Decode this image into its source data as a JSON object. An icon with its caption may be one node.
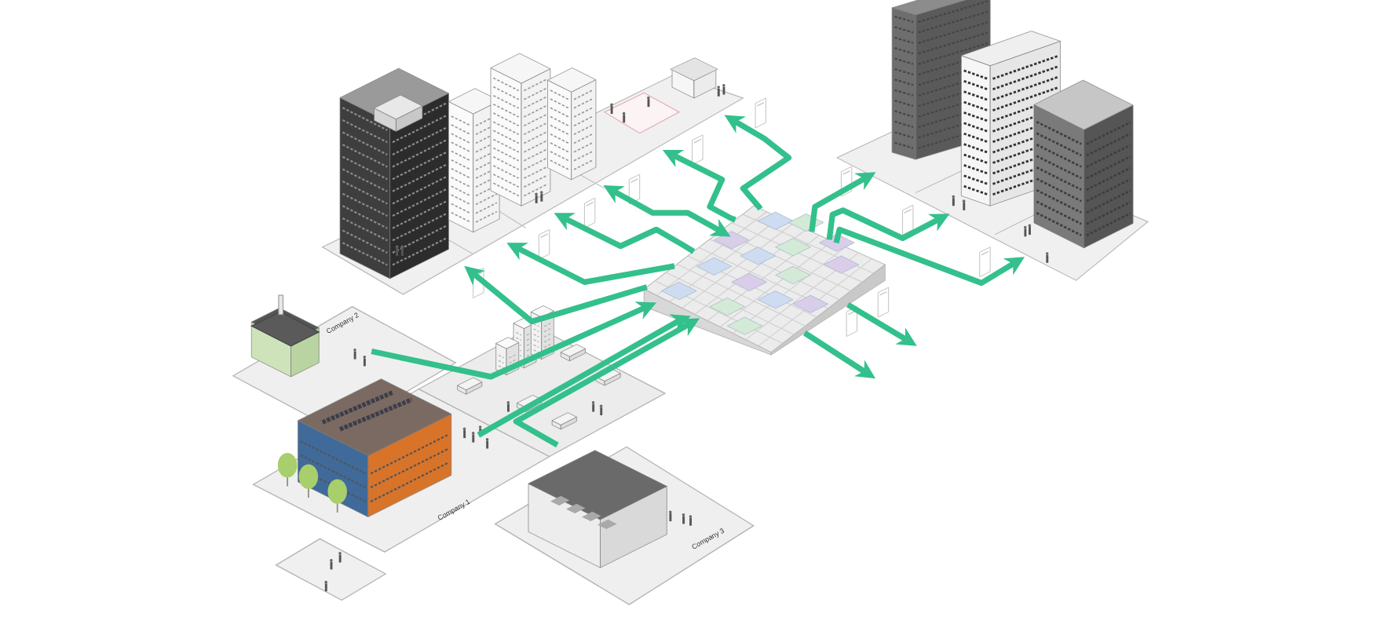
{
  "diagram": {
    "nodes": [
      {
        "text": [
          "Company 2"
        ]
      },
      {
        "text": [
          "Company 1"
        ]
      },
      {
        "text": [
          "Company 3"
        ]
      },
      {
        "text": [],
        "shape": "box"
      }
    ],
    "edges": [
      {
        "from": 0,
        "to": 3,
        "arrow": "to"
      },
      {
        "from": 1,
        "to": 3,
        "arrow": "to"
      },
      {
        "from": 2,
        "to": 3,
        "arrow": "to"
      },
      {
        "from": 3,
        "to": null,
        "arrow": "to"
      },
      {
        "from": 3,
        "to": null,
        "arrow": "to"
      },
      {
        "from": 3,
        "to": null,
        "arrow": "to"
      },
      {
        "from": 3,
        "to": null,
        "arrow": "both"
      },
      {
        "from": 3,
        "to": null,
        "arrow": "to"
      },
      {
        "from": 3,
        "to": null,
        "arrow": "to"
      },
      {
        "from": 3,
        "to": null,
        "arrow": "to"
      },
      {
        "from": 3,
        "to": null,
        "arrow": "to"
      },
      {
        "from": 3,
        "to": null,
        "arrow": "to"
      },
      {
        "from": 3,
        "to": null,
        "arrow": "to"
      },
      {
        "from": 3,
        "to": null,
        "arrow": "to"
      }
    ]
  }
}
